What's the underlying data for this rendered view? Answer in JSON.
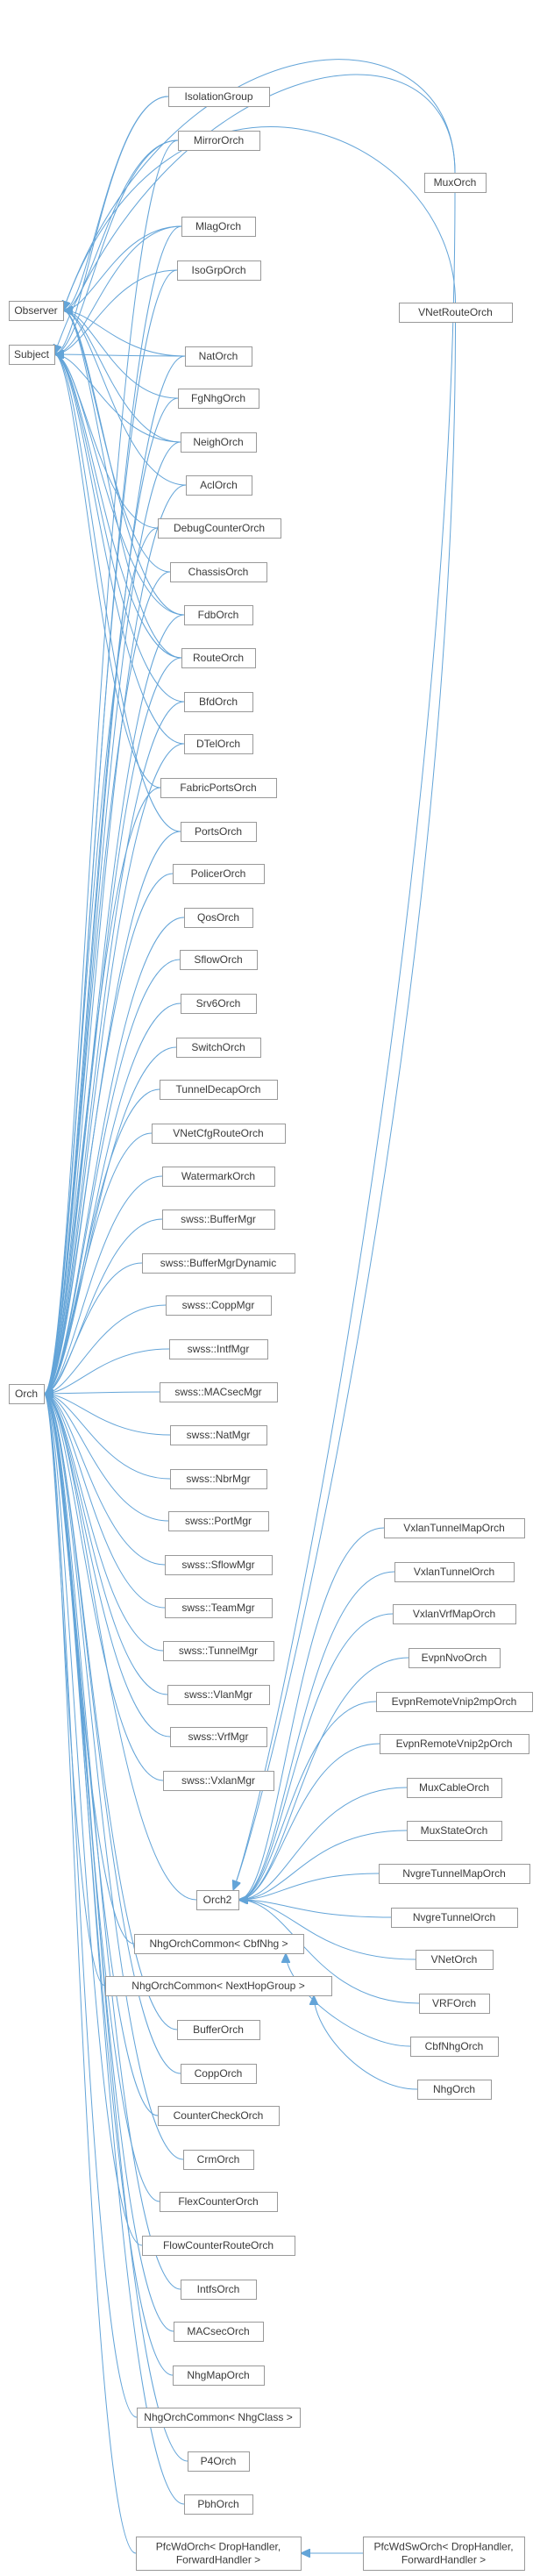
{
  "diagram": {
    "kind": "class inheritance graph",
    "roots": [
      "Observer",
      "Subject",
      "Orch",
      "Orch2"
    ],
    "nodes": {
      "observer": "Observer",
      "subject": "Subject",
      "orch": "Orch",
      "orch2": "Orch2",
      "isolationgroup": "IsolationGroup",
      "mirrororch": "MirrorOrch",
      "muxorch": "MuxOrch",
      "mlagorch": "MlagOrch",
      "isogrporch": "IsoGrpOrch",
      "vnetrouteorch": "VNetRouteOrch",
      "natorch": "NatOrch",
      "fgnhgorch": "FgNhgOrch",
      "neighorch": "NeighOrch",
      "aclorch": "AclOrch",
      "debugcounterorch": "DebugCounterOrch",
      "chassisorch": "ChassisOrch",
      "fdborch": "FdbOrch",
      "routeorch": "RouteOrch",
      "bfdorch": "BfdOrch",
      "dtelorch": "DTelOrch",
      "fabricportsorch": "FabricPortsOrch",
      "portsorch": "PortsOrch",
      "policerorch": "PolicerOrch",
      "qosorch": "QosOrch",
      "sfloworch": "SflowOrch",
      "srv6orch": "Srv6Orch",
      "switchorch": "SwitchOrch",
      "tunneldecaporch": "TunnelDecapOrch",
      "vnetcfgrouteorch": "VNetCfgRouteOrch",
      "watermarkorch": "WatermarkOrch",
      "buffermgr": "swss::BufferMgr",
      "buffermgrdynamic": "swss::BufferMgrDynamic",
      "coppmgr": "swss::CoppMgr",
      "intfmgr": "swss::IntfMgr",
      "macsecmgr": "swss::MACsecMgr",
      "natmgr": "swss::NatMgr",
      "nbrmgr": "swss::NbrMgr",
      "portmgr": "swss::PortMgr",
      "sflowmgr": "swss::SflowMgr",
      "teammgr": "swss::TeamMgr",
      "tunnelmgr": "swss::TunnelMgr",
      "vlanmgr": "swss::VlanMgr",
      "vrfmgr": "swss::VrfMgr",
      "vxlanmgr": "swss::VxlanMgr",
      "nhgcbf": "NhgOrchCommon< CbfNhg >",
      "nhgnexthop": "NhgOrchCommon< NextHopGroup >",
      "bufferorch": "BufferOrch",
      "copporch": "CoppOrch",
      "countercheckorch": "CounterCheckOrch",
      "crmorch": "CrmOrch",
      "flexcounterorch": "FlexCounterOrch",
      "flowcounterrouteorch": "FlowCounterRouteOrch",
      "intfsorch": "IntfsOrch",
      "macsecorch": "MACsecOrch",
      "nhgmaporch": "NhgMapOrch",
      "nhgclass": "NhgOrchCommon< NhgClass >",
      "p4orch": "P4Orch",
      "pbhorch": "PbhOrch",
      "pfcwdorch": "PfcWdOrch< DropHandler, ForwardHandler >",
      "pfcwdsworch": "PfcWdSwOrch< DropHandler, ForwardHandler >",
      "vxlantunnelmaporch": "VxlanTunnelMapOrch",
      "vxlantunnelorch": "VxlanTunnelOrch",
      "vxlanvrfmaporch": "VxlanVrfMapOrch",
      "evpnnvoorch": "EvpnNvoOrch",
      "evpnremotevnip2mporch": "EvpnRemoteVnip2mpOrch",
      "evpnremotevnip2porch": "EvpnRemoteVnip2pOrch",
      "muxcableorch": "MuxCableOrch",
      "muxstateorch": "MuxStateOrch",
      "nvgretunnelmaporch": "NvgreTunnelMapOrch",
      "nvgretunnelorch": "NvgreTunnelOrch",
      "vnetorch": "VNetOrch",
      "vrforch": "VRFOrch",
      "cbfnhgorch": "CbfNhgOrch",
      "nhgorch": "NhgOrch"
    },
    "edges": [
      [
        "isolationgroup",
        "observer"
      ],
      [
        "isolationgroup",
        "subject"
      ],
      [
        "mirrororch",
        "observer"
      ],
      [
        "mirrororch",
        "subject"
      ],
      [
        "mirrororch",
        "orch"
      ],
      [
        "muxorch",
        "observer"
      ],
      [
        "muxorch",
        "subject"
      ],
      [
        "muxorch",
        "orch2"
      ],
      [
        "mlagorch",
        "observer"
      ],
      [
        "mlagorch",
        "subject"
      ],
      [
        "mlagorch",
        "orch"
      ],
      [
        "isogrporch",
        "subject"
      ],
      [
        "isogrporch",
        "orch"
      ],
      [
        "vnetrouteorch",
        "observer"
      ],
      [
        "vnetrouteorch",
        "orch2"
      ],
      [
        "natorch",
        "observer"
      ],
      [
        "natorch",
        "subject"
      ],
      [
        "natorch",
        "orch"
      ],
      [
        "fgnhgorch",
        "observer"
      ],
      [
        "fgnhgorch",
        "orch"
      ],
      [
        "neighorch",
        "observer"
      ],
      [
        "neighorch",
        "subject"
      ],
      [
        "neighorch",
        "orch"
      ],
      [
        "aclorch",
        "observer"
      ],
      [
        "aclorch",
        "orch"
      ],
      [
        "debugcounterorch",
        "subject"
      ],
      [
        "debugcounterorch",
        "orch"
      ],
      [
        "chassisorch",
        "observer"
      ],
      [
        "chassisorch",
        "orch"
      ],
      [
        "fdborch",
        "observer"
      ],
      [
        "fdborch",
        "subject"
      ],
      [
        "fdborch",
        "orch"
      ],
      [
        "routeorch",
        "observer"
      ],
      [
        "routeorch",
        "subject"
      ],
      [
        "routeorch",
        "orch"
      ],
      [
        "bfdorch",
        "subject"
      ],
      [
        "bfdorch",
        "orch"
      ],
      [
        "dtelorch",
        "subject"
      ],
      [
        "dtelorch",
        "orch"
      ],
      [
        "fabricportsorch",
        "subject"
      ],
      [
        "fabricportsorch",
        "orch"
      ],
      [
        "portsorch",
        "subject"
      ],
      [
        "portsorch",
        "orch"
      ],
      [
        "policerorch",
        "orch"
      ],
      [
        "qosorch",
        "orch"
      ],
      [
        "sfloworch",
        "orch"
      ],
      [
        "srv6orch",
        "orch"
      ],
      [
        "switchorch",
        "orch"
      ],
      [
        "tunneldecaporch",
        "orch"
      ],
      [
        "vnetcfgrouteorch",
        "orch"
      ],
      [
        "watermarkorch",
        "orch"
      ],
      [
        "buffermgr",
        "orch"
      ],
      [
        "buffermgrdynamic",
        "orch"
      ],
      [
        "coppmgr",
        "orch"
      ],
      [
        "intfmgr",
        "orch"
      ],
      [
        "macsecmgr",
        "orch"
      ],
      [
        "natmgr",
        "orch"
      ],
      [
        "nbrmgr",
        "orch"
      ],
      [
        "portmgr",
        "orch"
      ],
      [
        "sflowmgr",
        "orch"
      ],
      [
        "teammgr",
        "orch"
      ],
      [
        "tunnelmgr",
        "orch"
      ],
      [
        "vlanmgr",
        "orch"
      ],
      [
        "vrfmgr",
        "orch"
      ],
      [
        "vxlanmgr",
        "orch"
      ],
      [
        "orch2",
        "orch"
      ],
      [
        "nhgcbf",
        "orch"
      ],
      [
        "nhgnexthop",
        "orch"
      ],
      [
        "bufferorch",
        "orch"
      ],
      [
        "copporch",
        "orch"
      ],
      [
        "countercheckorch",
        "orch"
      ],
      [
        "crmorch",
        "orch"
      ],
      [
        "flexcounterorch",
        "orch"
      ],
      [
        "flowcounterrouteorch",
        "orch"
      ],
      [
        "intfsorch",
        "orch"
      ],
      [
        "macsecorch",
        "orch"
      ],
      [
        "nhgmaporch",
        "orch"
      ],
      [
        "nhgclass",
        "orch"
      ],
      [
        "p4orch",
        "orch"
      ],
      [
        "pbhorch",
        "orch"
      ],
      [
        "pfcwdorch",
        "orch"
      ],
      [
        "vxlantunnelmaporch",
        "orch2"
      ],
      [
        "vxlantunnelorch",
        "orch2"
      ],
      [
        "vxlanvrfmaporch",
        "orch2"
      ],
      [
        "evpnnvoorch",
        "orch2"
      ],
      [
        "evpnremotevnip2mporch",
        "orch2"
      ],
      [
        "evpnremotevnip2porch",
        "orch2"
      ],
      [
        "muxcableorch",
        "orch2"
      ],
      [
        "muxstateorch",
        "orch2"
      ],
      [
        "nvgretunnelmaporch",
        "orch2"
      ],
      [
        "nvgretunnelorch",
        "orch2"
      ],
      [
        "vnetorch",
        "orch2"
      ],
      [
        "vrforch",
        "orch2"
      ],
      [
        "cbfnhgorch",
        "nhgcbf"
      ],
      [
        "nhgorch",
        "nhgnexthop"
      ],
      [
        "pfcwdsworch",
        "pfcwdorch"
      ]
    ]
  }
}
